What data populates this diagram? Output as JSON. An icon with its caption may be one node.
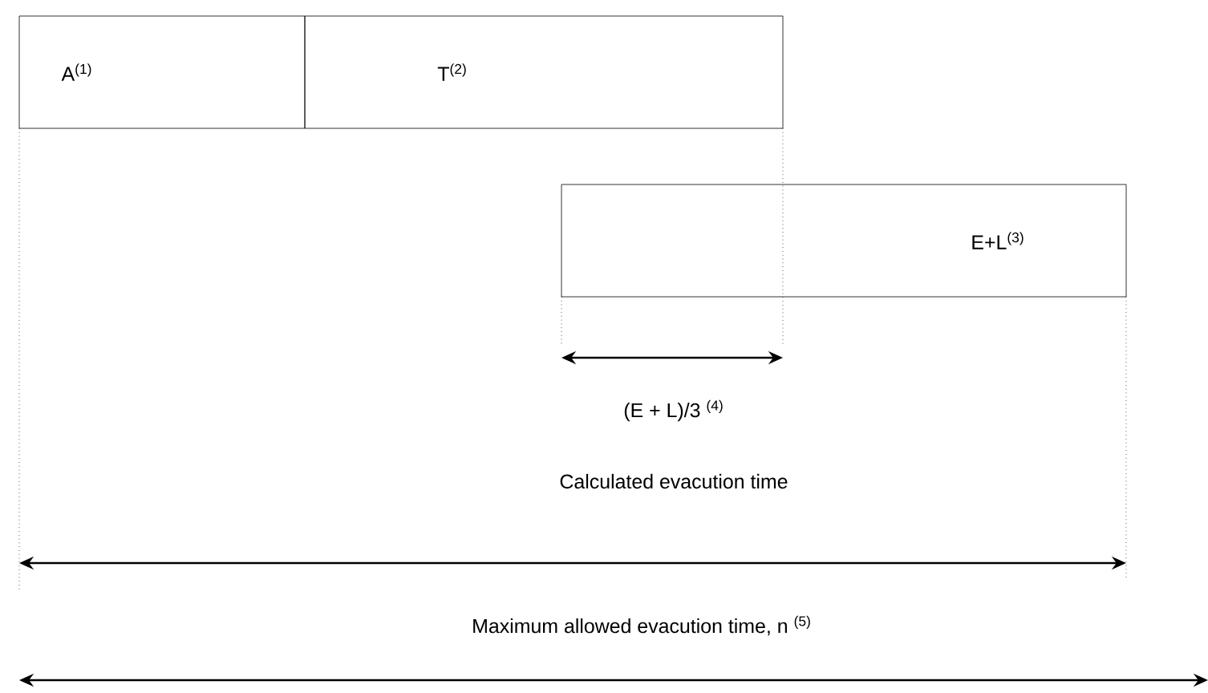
{
  "diagram": {
    "nodes": [
      {
        "text": [
          "A$^{(1)}$"
        ]
      },
      {
        "text": [
          "T$^{(2)}$"
        ]
      },
      {
        "text": [
          "E+L$^{(3)}$"
        ]
      }
    ],
    "labels": [
      "(E + L)/3 $^{(4)}$",
      "Calculated evacution time",
      "Maximum allowed evacution time, n $^{(5)}$"
    ]
  }
}
